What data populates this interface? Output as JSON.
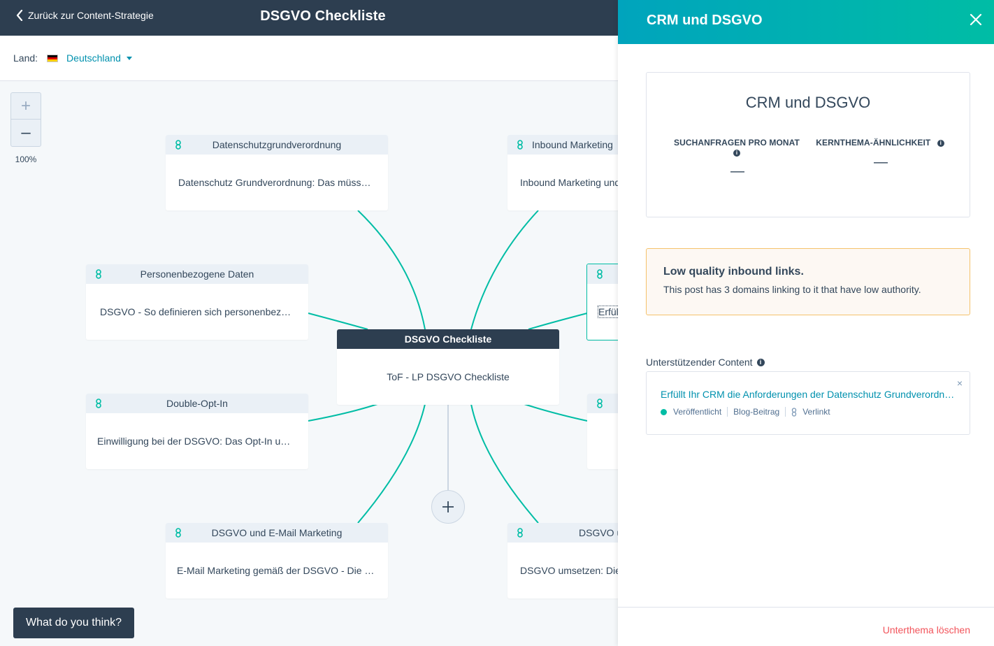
{
  "header": {
    "back_label": "Zurück zur Content-Strategie",
    "title": "DSGVO Checkliste"
  },
  "country": {
    "label": "Land:",
    "selected": "Deutschland"
  },
  "zoom": {
    "plus": "+",
    "minus": "–",
    "level": "100%"
  },
  "center_node": {
    "head": "DSGVO Checkliste",
    "body": "ToF - LP DSGVO Checkliste"
  },
  "nodes": [
    {
      "head": "Datenschutzgrundverordnung",
      "body": "Datenschutz Grundverordnung: Das müssen Sie wissen"
    },
    {
      "head": "Inbound Marketing",
      "body": "Inbound Marketing und DSGVO"
    },
    {
      "head": "Personenbezogene Daten",
      "body": "DSGVO - So definieren sich personenbezogene Daten"
    },
    {
      "head": "",
      "body": "Erfüllt Ihr CRM die Anforderungen"
    },
    {
      "head": "Double-Opt-In",
      "body": "Einwilligung bei der DSGVO: Das Opt-In und Double-Opt-In"
    },
    {
      "head": "",
      "body": ""
    },
    {
      "head": "DSGVO und E-Mail Marketing",
      "body": "E-Mail Marketing gemäß der DSGVO - Die wichtigsten Punkte"
    },
    {
      "head": "DSGVO umsetzen",
      "body": "DSGVO umsetzen: Die Checkliste"
    }
  ],
  "feedback": {
    "label": "What do you think?"
  },
  "panel": {
    "title": "CRM und DSGVO",
    "summary_title": "CRM und DSGVO",
    "metrics": [
      {
        "label": "SUCHANFRAGEN PRO MONAT",
        "value": "—"
      },
      {
        "label": "KERNTHEMA-ÄHNLICHKEIT",
        "value": "—"
      }
    ],
    "alert": {
      "title": "Low quality inbound links.",
      "text": "This post has 3 domains linking to it that have low authority."
    },
    "support": {
      "label": "Unterstützender Content",
      "link": "Erfüllt Ihr CRM die Anforderungen der Datenschutz Grundverordnung?",
      "status": "Veröffentlicht",
      "type": "Blog-Beitrag",
      "linked": "Verlinkt",
      "remove": "×"
    },
    "delete_label": "Unterthema löschen"
  },
  "colors": {
    "accent": "#00bda5",
    "header": "#2d3e50",
    "link": "#0091ae",
    "danger": "#f2545b"
  }
}
